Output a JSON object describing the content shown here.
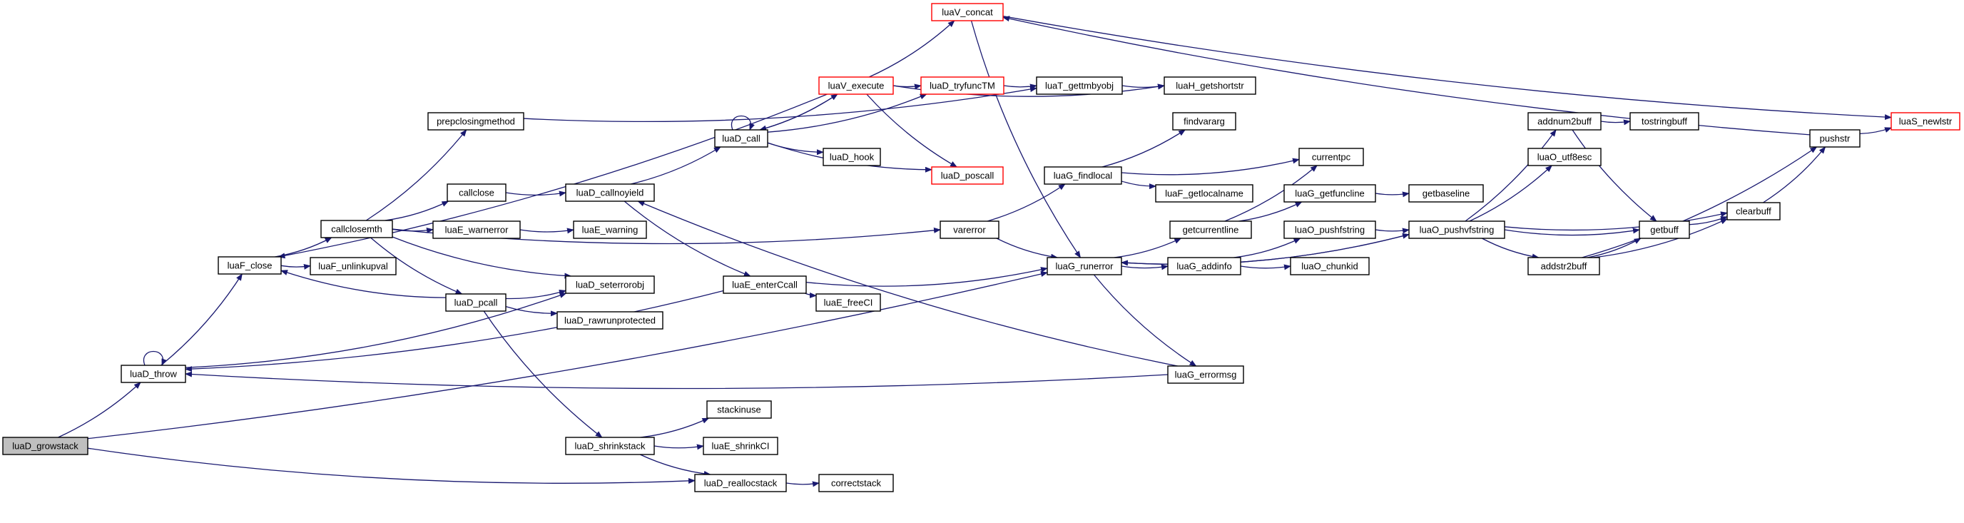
{
  "colors": {
    "edge": "#191970",
    "node_border": "#000000",
    "node_fill": "#ffffff",
    "truncated_border": "#ff0000",
    "root_fill": "#bfbfbf",
    "text": "#000000"
  },
  "nodes": [
    {
      "id": "growstack",
      "label": "luaD_growstack",
      "style": "root"
    },
    {
      "id": "throw",
      "label": "luaD_throw",
      "style": "normal"
    },
    {
      "id": "fclose",
      "label": "luaF_close",
      "style": "normal"
    },
    {
      "id": "callclosemth",
      "label": "callclosemth",
      "style": "normal"
    },
    {
      "id": "unlinkupval",
      "label": "luaF_unlinkupval",
      "style": "normal"
    },
    {
      "id": "prepclosing",
      "label": "prepclosingmethod",
      "style": "normal"
    },
    {
      "id": "callclose",
      "label": "callclose",
      "style": "normal"
    },
    {
      "id": "warnerror",
      "label": "luaE_warnerror",
      "style": "normal"
    },
    {
      "id": "pcall",
      "label": "luaD_pcall",
      "style": "normal"
    },
    {
      "id": "seterrorobj",
      "label": "luaD_seterrorobj",
      "style": "normal"
    },
    {
      "id": "rawrunprot",
      "label": "luaD_rawrunprotected",
      "style": "normal"
    },
    {
      "id": "shrinkstack",
      "label": "luaD_shrinkstack",
      "style": "normal"
    },
    {
      "id": "stackinuse",
      "label": "stackinuse",
      "style": "normal"
    },
    {
      "id": "shrinkci",
      "label": "luaE_shrinkCI",
      "style": "normal"
    },
    {
      "id": "reallocstack",
      "label": "luaD_reallocstack",
      "style": "normal"
    },
    {
      "id": "correctstack",
      "label": "correctstack",
      "style": "normal"
    },
    {
      "id": "callnoyield",
      "label": "luaD_callnoyield",
      "style": "normal"
    },
    {
      "id": "warning",
      "label": "luaE_warning",
      "style": "normal"
    },
    {
      "id": "entercall",
      "label": "luaE_enterCcall",
      "style": "normal"
    },
    {
      "id": "freeci",
      "label": "luaE_freeCI",
      "style": "normal"
    },
    {
      "id": "call",
      "label": "luaD_call",
      "style": "normal"
    },
    {
      "id": "hook",
      "label": "luaD_hook",
      "style": "normal"
    },
    {
      "id": "poscall",
      "label": "luaD_poscall",
      "style": "truncated"
    },
    {
      "id": "vexecute",
      "label": "luaV_execute",
      "style": "truncated"
    },
    {
      "id": "vconcat",
      "label": "luaV_concat",
      "style": "truncated"
    },
    {
      "id": "tryfunctm",
      "label": "luaD_tryfuncTM",
      "style": "truncated"
    },
    {
      "id": "gettmbyobj",
      "label": "luaT_gettmbyobj",
      "style": "normal"
    },
    {
      "id": "getshortstr",
      "label": "luaH_getshortstr",
      "style": "normal"
    },
    {
      "id": "varerror",
      "label": "varerror",
      "style": "normal"
    },
    {
      "id": "findlocal",
      "label": "luaG_findlocal",
      "style": "normal"
    },
    {
      "id": "findvararg",
      "label": "findvararg",
      "style": "normal"
    },
    {
      "id": "getlocalname",
      "label": "luaF_getlocalname",
      "style": "normal"
    },
    {
      "id": "currentpc",
      "label": "currentpc",
      "style": "normal"
    },
    {
      "id": "getfuncline",
      "label": "luaG_getfuncline",
      "style": "normal"
    },
    {
      "id": "getbaseline",
      "label": "getbaseline",
      "style": "normal"
    },
    {
      "id": "getcurrentline",
      "label": "getcurrentline",
      "style": "normal"
    },
    {
      "id": "runerror",
      "label": "luaG_runerror",
      "style": "normal"
    },
    {
      "id": "addinfo",
      "label": "luaG_addinfo",
      "style": "normal"
    },
    {
      "id": "pushfstring",
      "label": "luaO_pushfstring",
      "style": "normal"
    },
    {
      "id": "chunkid",
      "label": "luaO_chunkid",
      "style": "normal"
    },
    {
      "id": "pushvfstring",
      "label": "luaO_pushvfstring",
      "style": "normal"
    },
    {
      "id": "errormsg",
      "label": "luaG_errormsg",
      "style": "normal"
    },
    {
      "id": "addnum2buff",
      "label": "addnum2buff",
      "style": "normal"
    },
    {
      "id": "tostringbuff",
      "label": "tostringbuff",
      "style": "normal"
    },
    {
      "id": "utf8esc",
      "label": "luaO_utf8esc",
      "style": "normal"
    },
    {
      "id": "getbuff",
      "label": "getbuff",
      "style": "normal"
    },
    {
      "id": "addstr2buff",
      "label": "addstr2buff",
      "style": "normal"
    },
    {
      "id": "clearbuff",
      "label": "clearbuff",
      "style": "normal"
    },
    {
      "id": "pushstr",
      "label": "pushstr",
      "style": "normal"
    },
    {
      "id": "newlstr",
      "label": "luaS_newlstr",
      "style": "truncated"
    }
  ]
}
